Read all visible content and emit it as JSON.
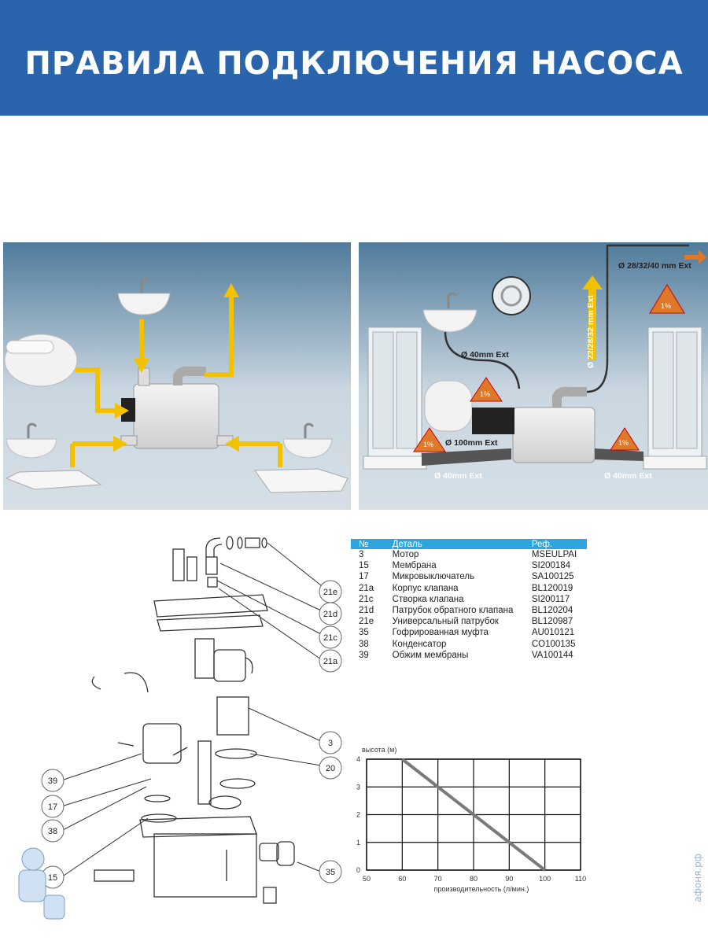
{
  "banner": {
    "title": "ПРАВИЛА ПОДКЛЮЧЕНИЯ НАСОСА"
  },
  "right_panel": {
    "labels": {
      "out_top": "Ø 28/32/40 mm Ext",
      "vertical": "Ø 22/28/32 mm Ext",
      "sink_pipe": "Ø 40mm Ext",
      "toilet_pipe": "Ø 100mm Ext",
      "left_floor": "Ø 40mm Ext",
      "right_floor": "Ø 40mm Ext",
      "slope_1": "1%",
      "slope_2": "1%",
      "slope_3": "1%",
      "slope_4": "1%"
    }
  },
  "callouts": {
    "c21e": "21e",
    "c21d": "21d",
    "c21c": "21c",
    "c21a": "21a",
    "c3": "3",
    "c20": "20",
    "c39": "39",
    "c17": "17",
    "c38": "38",
    "c15": "15",
    "c35": "35"
  },
  "parts_table": {
    "headers": [
      "№",
      "Деталь",
      "Реф."
    ],
    "rows": [
      [
        "3",
        "Мотор",
        "MSEULPAI"
      ],
      [
        "15",
        "Мембрана",
        "SI200184"
      ],
      [
        "17",
        "Микровыключатель",
        "SA100125"
      ],
      [
        "21a",
        "Корпус клапана",
        "BL120019"
      ],
      [
        "21c",
        "Створка клапана",
        "SI200117"
      ],
      [
        "21d",
        "Патрубок обратного клапана",
        "BL120204"
      ],
      [
        "21e",
        "Универсальный патрубок",
        "BL120987"
      ],
      [
        "35",
        "Гофрированная муфта",
        "AU010121"
      ],
      [
        "38",
        "Конденсатор",
        "CO100135"
      ],
      [
        "39",
        "Обжим мембраны",
        "VA100144"
      ]
    ]
  },
  "chart_data": {
    "type": "line",
    "ylabel": "высота (м)",
    "xlabel": "производительность (л/мин.)",
    "xlim": [
      50,
      110
    ],
    "ylim": [
      0,
      4
    ],
    "xticks": [
      50,
      60,
      70,
      80,
      90,
      100,
      110
    ],
    "yticks": [
      0,
      1,
      2,
      3,
      4
    ],
    "grid": true,
    "series": [
      {
        "x": [
          60,
          100
        ],
        "y": [
          4,
          0
        ]
      }
    ]
  },
  "watermark": "афоня.рф"
}
